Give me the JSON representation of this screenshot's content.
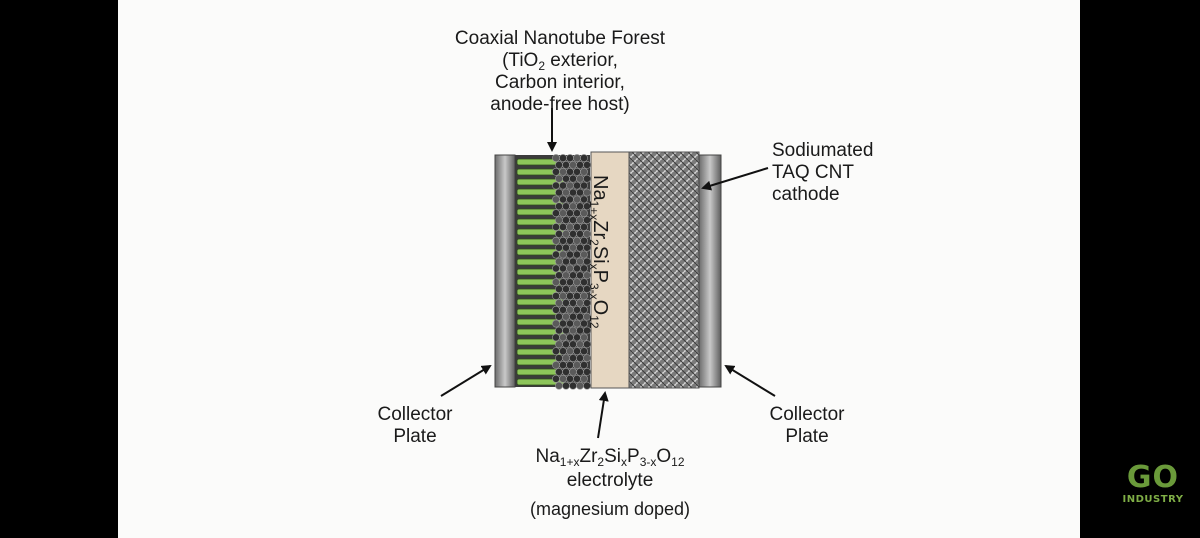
{
  "diagram": {
    "top_label": {
      "line1": "Coaxial Nanotube Forest",
      "line2_pre": "(TiO",
      "line2_sub": "2",
      "line2_post": " exterior,",
      "line3": "Carbon interior,",
      "line4": "anode-free host)"
    },
    "cathode_label": {
      "line1": "Sodiumated",
      "line2": "TAQ CNT",
      "line3": "cathode"
    },
    "left_collector_label": {
      "line1": "Collector",
      "line2": "Plate"
    },
    "right_collector_label": {
      "line1": "Collector",
      "line2": "Plate"
    },
    "electrolyte_formula": {
      "p1": "Na",
      "s1": "1+x",
      "p2": "Zr",
      "s2": "2",
      "p3": "Si",
      "s3": "x",
      "p4": "P",
      "s4": "3-x",
      "p5": "O",
      "s5": "12"
    },
    "electrolyte_label": {
      "line2": "electrolyte",
      "line3": "(magnesium doped)"
    }
  },
  "logo": {
    "main": "GO",
    "sub": "INDUSTRY"
  },
  "colors": {
    "electrolyte": "#e6d7c2",
    "nanotube": "#8dc55a",
    "collector": "#8e8e8e",
    "logo": "#6a9a3a"
  }
}
